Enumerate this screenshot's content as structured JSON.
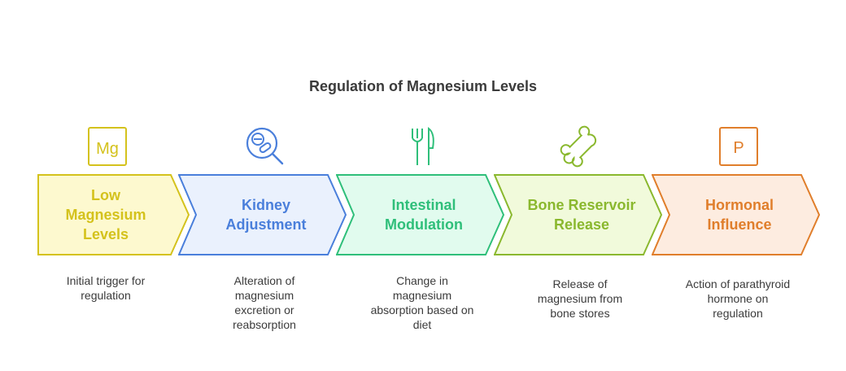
{
  "title": "Regulation of Magnesium Levels",
  "steps": [
    {
      "label": "Low\nMagnesium\nLevels",
      "description": "Initial trigger for\nregulation",
      "icon": "magnesium-symbol-icon",
      "icon_text": "Mg",
      "color": "#d4c21c",
      "fill": "#fdf9cf"
    },
    {
      "label": "Kidney\nAdjustment",
      "description": "Alteration of\nmagnesium\nexcretion or\nreabsorption",
      "icon": "pills-search-icon",
      "color": "#4a7fdb",
      "fill": "#eaf1fd"
    },
    {
      "label": "Intestinal\nModulation",
      "description": "Change in\nmagnesium\nabsorption based on\ndiet",
      "icon": "fork-knife-icon",
      "color": "#2fbf7a",
      "fill": "#e1fbee"
    },
    {
      "label": "Bone Reservoir\nRelease",
      "description": "Release of\nmagnesium from\nbone stores",
      "icon": "bone-icon",
      "color": "#8ab82e",
      "fill": "#f1fadb"
    },
    {
      "label": "Hormonal\nInfluence",
      "description": "Action of parathyroid\nhormone on\nregulation",
      "icon": "parking-sign-icon",
      "icon_text": "P",
      "color": "#e07e2b",
      "fill": "#fdece0"
    }
  ]
}
